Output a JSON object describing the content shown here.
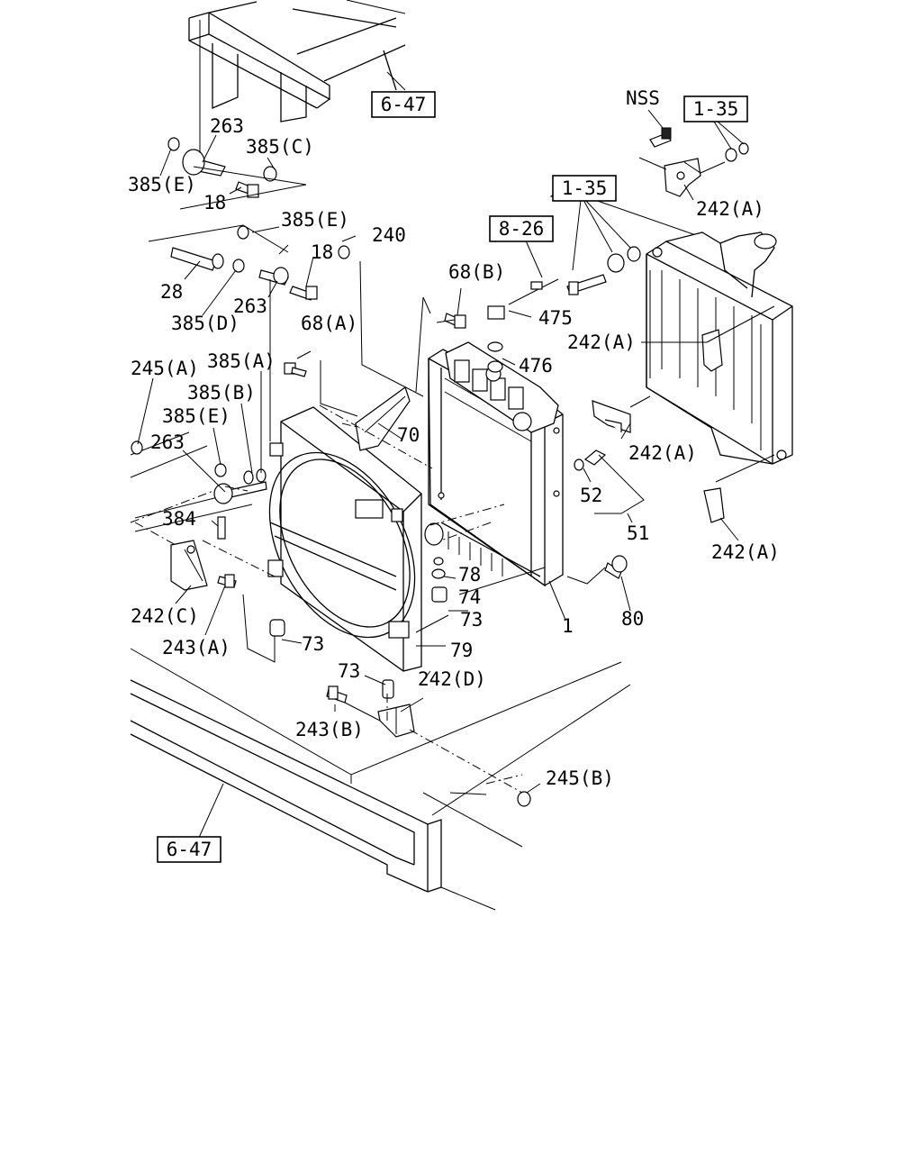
{
  "references": [
    {
      "id": "ref-top",
      "text": "6-47"
    },
    {
      "id": "ref-bottom",
      "text": "6-47"
    },
    {
      "id": "ref-bracket",
      "text": "1-35"
    },
    {
      "id": "ref-fan",
      "text": "1-35"
    },
    {
      "id": "ref-sensor",
      "text": "8-26"
    }
  ],
  "labels": {
    "nss": "NSS",
    "p263a": "263",
    "p385c": "385(C)",
    "p385e_a": "385(E)",
    "p18a": "18",
    "p385e_b": "385(E)",
    "p240": "240",
    "p18b": "18",
    "p28": "28",
    "p385d": "385(D)",
    "p263b": "263",
    "p68b": "68(B)",
    "p475": "475",
    "p68a": "68(A)",
    "p476": "476",
    "p245a": "245(A)",
    "p385a": "385(A)",
    "p385b": "385(B)",
    "p385e_c": "385(E)",
    "p263c": "263",
    "p70": "70",
    "p384": "384",
    "p242c": "242(C)",
    "p243a": "243(A)",
    "p73a": "73",
    "p78": "78",
    "p74": "74",
    "p73b": "73",
    "p79": "79",
    "p1": "1",
    "p80": "80",
    "p52": "52",
    "p51": "51",
    "p242a_1": "242(A)",
    "p242a_2": "242(A)",
    "p242a_3": "242(A)",
    "p242a_4": "242(A)",
    "p73c": "73",
    "p242d": "242(D)",
    "p243b": "243(B)",
    "p245b": "245(B)"
  }
}
